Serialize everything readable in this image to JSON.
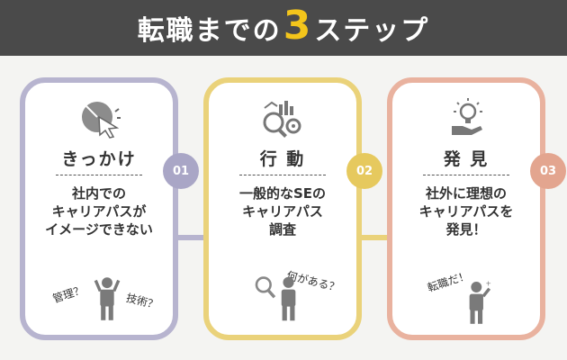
{
  "header": {
    "title_prefix": "転職までの",
    "title_number": "3",
    "title_suffix": "ステップ"
  },
  "colors": {
    "header_bg": "#4a4a4a",
    "accent_number": "#f3c51b",
    "step1": "#b7b4cf",
    "step2": "#ead27a",
    "step3": "#e9b29f",
    "step1_badge": "#a9a6c6",
    "step2_badge": "#e6c95e",
    "step3_badge": "#e3a58f"
  },
  "steps": [
    {
      "number": "01",
      "title": "きっかけ",
      "description": "社内での\nキャリアパスが\nイメージできない",
      "icon": "cursor-click-icon",
      "notes": [
        "管理？",
        "技術？"
      ]
    },
    {
      "number": "02",
      "title": "行 動",
      "description": "一般的なSEの\nキャリアパス\n調査",
      "icon": "analysis-gear-icon",
      "notes": [
        "何がある？"
      ]
    },
    {
      "number": "03",
      "title": "発 見",
      "description": "社外に理想の\nキャリアパスを\n発見！",
      "icon": "lightbulb-hand-icon",
      "notes": [
        "転職だ！"
      ]
    }
  ]
}
